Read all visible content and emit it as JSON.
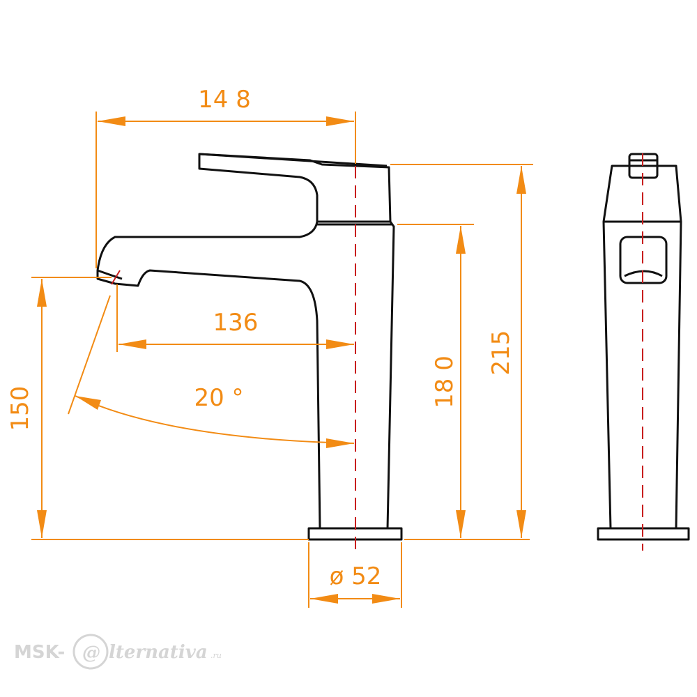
{
  "colors": {
    "dimension": "#f28b14",
    "outline": "#111111",
    "centerline": "#c81e1e",
    "watermark": "#d5d5d5"
  },
  "dimensions": {
    "overall_reach": "14 8",
    "spout_reach": "136",
    "spout_angle": "20 °",
    "spout_height": "150",
    "body_height": "18 0",
    "total_height": "215",
    "base_diameter": "ø 52"
  },
  "watermark": {
    "prefix": "MSK-",
    "at_symbol": "@",
    "name": "lternativa",
    "suffix": ".ru"
  }
}
